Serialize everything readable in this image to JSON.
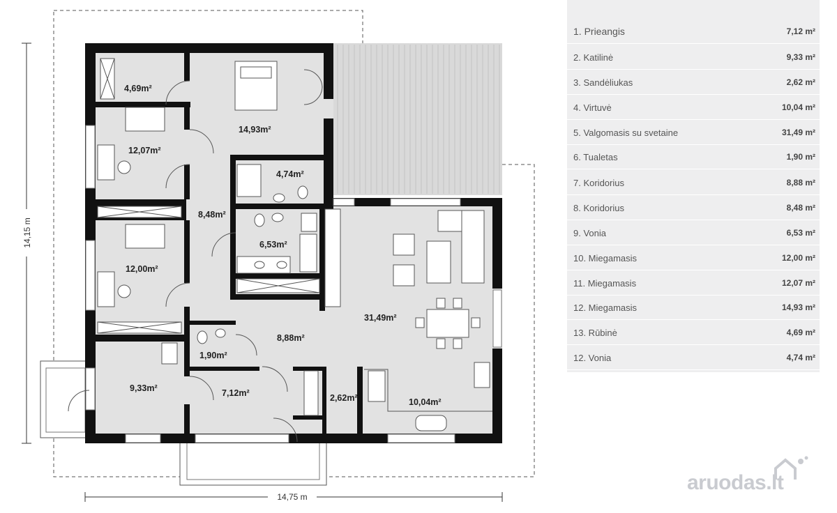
{
  "plan": {
    "width_dimension": "14,75 m",
    "height_dimension": "14,15 m",
    "room_labels": [
      "4,69m²",
      "14,93m²",
      "12,07m²",
      "4,74m²",
      "8,48m²",
      "6,53m²",
      "12,00m²",
      "31,49m²",
      "8,88m²",
      "1,90m²",
      "9,33m²",
      "7,12m²",
      "2,62m²",
      "10,04m²"
    ]
  },
  "legend": {
    "rows": [
      {
        "name": "1. Prieangis",
        "area": "7,12 m²"
      },
      {
        "name": "2. Katilinė",
        "area": "9,33 m²"
      },
      {
        "name": "3. Sandėliukas",
        "area": "2,62 m²"
      },
      {
        "name": "4. Virtuvė",
        "area": "10,04 m²"
      },
      {
        "name": "5. Valgomasis su svetaine",
        "area": "31,49 m²"
      },
      {
        "name": "6. Tualetas",
        "area": "1,90 m²"
      },
      {
        "name": "7. Koridorius",
        "area": "8,88 m²"
      },
      {
        "name": "8. Koridorius",
        "area": "8,48 m²"
      },
      {
        "name": "9. Vonia",
        "area": "6,53 m²"
      },
      {
        "name": "10. Miegamasis",
        "area": "12,00 m²"
      },
      {
        "name": "11. Miegamasis",
        "area": "12,07 m²"
      },
      {
        "name": "12. Miegamasis",
        "area": "14,93 m²"
      },
      {
        "name": "13. Rūbinė",
        "area": "4,69 m²"
      },
      {
        "name": "12. Vonia",
        "area": "4,74 m²"
      }
    ]
  },
  "watermark": {
    "text": "aruodas.lt"
  },
  "colors": {
    "floor": "#e2e2e2",
    "wall": "#111111",
    "legend_bg": "#eeeeef",
    "terrace": "#d9d9d9"
  }
}
